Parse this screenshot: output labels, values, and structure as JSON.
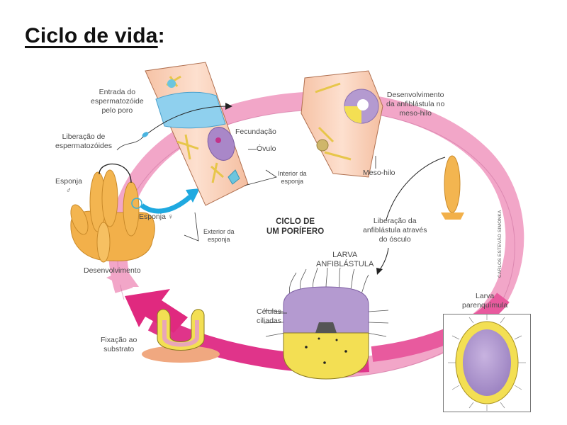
{
  "title": {
    "text": "Ciclo de vida",
    "suffix": ":"
  },
  "center_label": {
    "line1": "CICLO DE",
    "line2": "UM PORÍFERO"
  },
  "labels": {
    "entrada": {
      "line1": "Entrada do",
      "line2": "espermatozóide",
      "line3": "pelo poro"
    },
    "liberacao_esperma": {
      "line1": "Liberação de",
      "line2": "espermatozóides"
    },
    "esponja_macho": {
      "line1": "Esponja",
      "line2": "♂"
    },
    "esponja_femea": {
      "text": "Esponja ♀"
    },
    "desenvolvimento": {
      "text": "Desenvolvimento"
    },
    "fecundacao": {
      "text": "Fecundação"
    },
    "ovulo": {
      "text": "Óvulo"
    },
    "interior": {
      "line1": "Interior da",
      "line2": "esponja"
    },
    "exterior": {
      "line1": "Exterior da",
      "line2": "esponja"
    },
    "desenv_anfiblastula": {
      "line1": "Desenvolvimento",
      "line2": "da anfiblástula no",
      "line3": "meso-hilo"
    },
    "meso_hilo": {
      "text": "Meso-hilo"
    },
    "liberacao_anfiblastula": {
      "line1": "Liberação da",
      "line2": "anfiblástula através",
      "line3": "do ósculo"
    },
    "larva_anfiblastula": {
      "line1": "LARVA",
      "line2": "ANFIBLÁSTULA"
    },
    "celulas_ciliadas": {
      "line1": "Células",
      "line2": "ciliadas"
    },
    "fixacao": {
      "line1": "Fixação ao",
      "line2": "substrato"
    },
    "larva_parenquimula": {
      "line1": "Larva",
      "line2": "parenquímula"
    }
  },
  "credit": {
    "text": "CARLOS ESTEVÃO SIMONKA"
  },
  "colors": {
    "ring_light": "#f1a3c6",
    "ring_dark": "#e0297f",
    "ring_edge": "#b0407c",
    "sponge": "#f2b04a",
    "tissue": "#f9cdb0",
    "canal": "#8fd0ee",
    "arrow_blue": "#1fa9e0",
    "purple": "#b49ad0",
    "yellow": "#f3df53"
  }
}
